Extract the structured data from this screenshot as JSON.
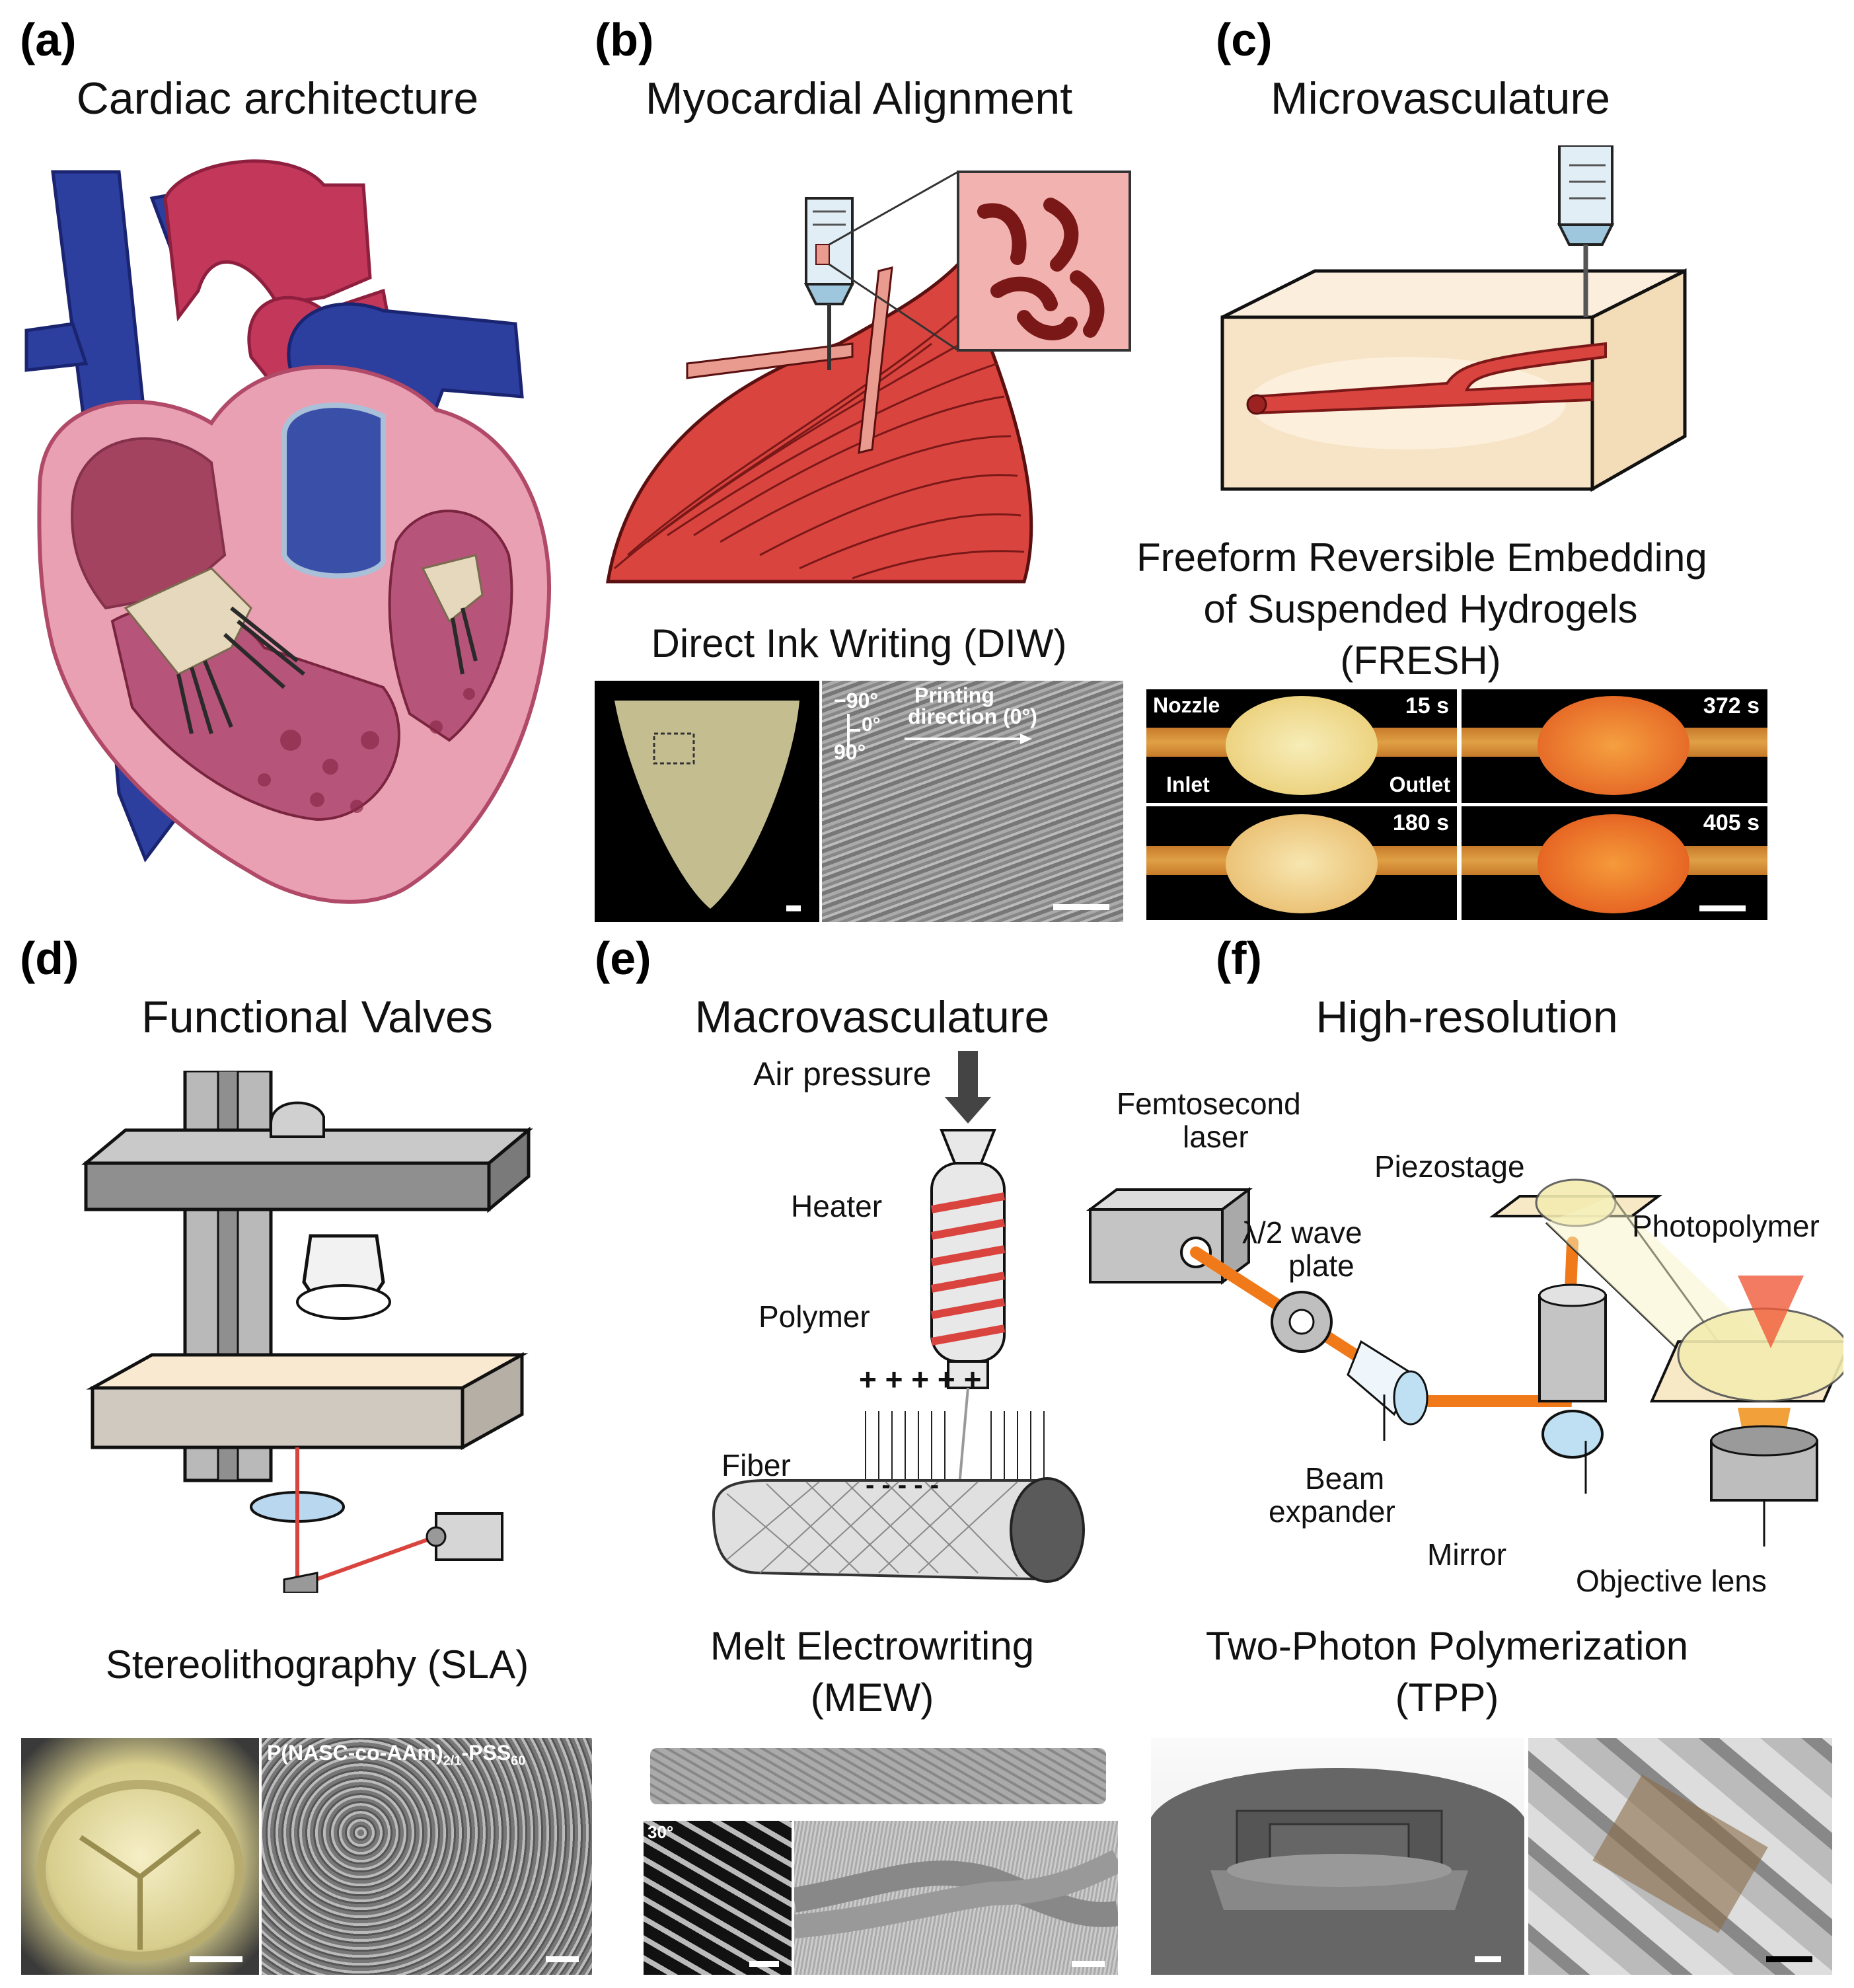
{
  "panels": {
    "a": {
      "label": "(a)",
      "title": "Cardiac architecture"
    },
    "b": {
      "label": "(b)",
      "title": "Myocardial Alignment",
      "method": "Direct Ink Writing (DIW)",
      "overlay": {
        "minus90": "−90°",
        "zero": "0°",
        "plus90": "90°",
        "printing": "Printing",
        "direction": "direction (0°)"
      }
    },
    "c": {
      "label": "(c)",
      "title": "Microvasculature",
      "method_lines": [
        "Freeform Reversible Embedding",
        "of Suspended Hydrogels",
        "(FRESH)"
      ],
      "frames": {
        "t1": "15 s",
        "t2": "372 s",
        "t3": "180 s",
        "t4": "405 s",
        "nozzle": "Nozzle",
        "inlet": "Inlet",
        "outlet": "Outlet"
      }
    },
    "d": {
      "label": "(d)",
      "title": "Functional Valves",
      "method": "Stereolithography (SLA)",
      "polymer": "P(NASC-co-AAm)",
      "polymer_sub1": "2/1",
      "polymer_mid": "-PSS",
      "polymer_sub2": "60"
    },
    "e": {
      "label": "(e)",
      "title": "Macrovasculature",
      "method_lines": [
        "Melt Electrowriting",
        "(MEW)"
      ],
      "labels": {
        "air": "Air pressure",
        "heater": "Heater",
        "polymer": "Polymer",
        "fiber": "Fiber",
        "charges_plus": "+ + +   + +",
        "charges_minus": "- - -   - -",
        "angle": "30°"
      }
    },
    "f": {
      "label": "(f)",
      "title": "High-resolution",
      "method_lines": [
        "Two-Photon Polymerization",
        "(TPP)"
      ],
      "labels": {
        "laser1": "Femtosecond",
        "laser2": "laser",
        "wave1": "λ/2 wave",
        "wave2": "plate",
        "piezo": "Piezostage",
        "photopolymer": "Photopolymer",
        "beam1": "Beam",
        "beam2": "expander",
        "mirror": "Mirror",
        "objective": "Objective lens"
      }
    }
  },
  "colors": {
    "vein": "#2c3e9e",
    "artery": "#c2375a",
    "muscle": "#d9443f",
    "tissue": "#f0b7c2",
    "gel": "#f7e4c6",
    "laser": "#f07a1a"
  }
}
